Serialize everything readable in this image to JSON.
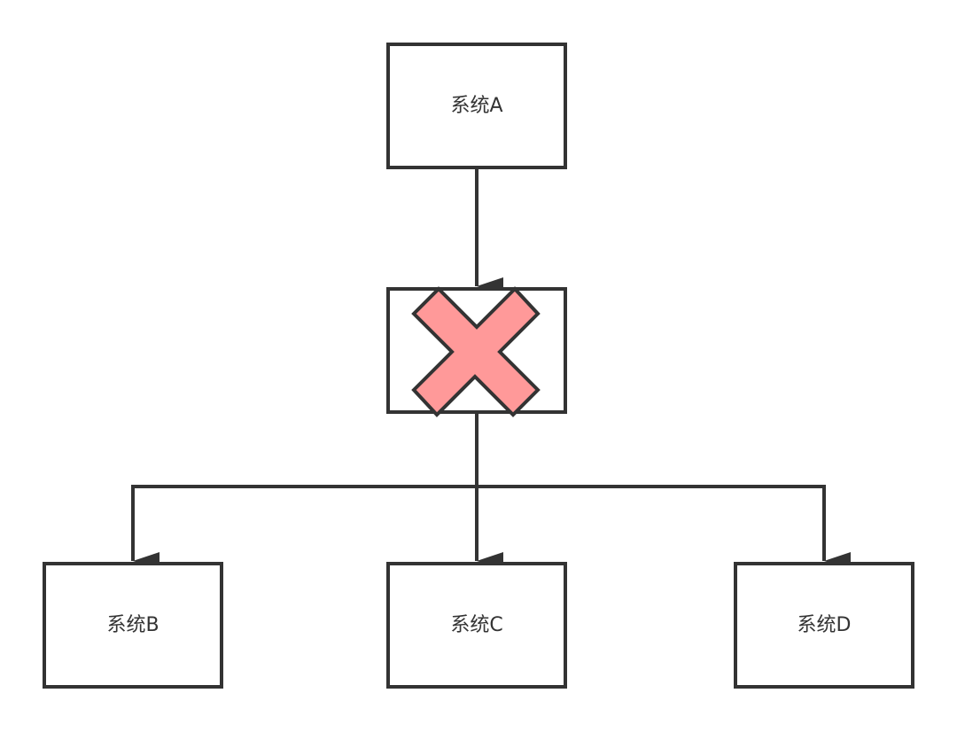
{
  "nodes": {
    "system_a": "系统A",
    "system_b": "系统B",
    "system_c": "系统C",
    "system_d": "系统D"
  },
  "middle_node": {
    "marker_icon": "x-mark-icon",
    "marker_color": "#ff9999"
  },
  "colors": {
    "stroke": "#333333",
    "background": "#ffffff"
  }
}
